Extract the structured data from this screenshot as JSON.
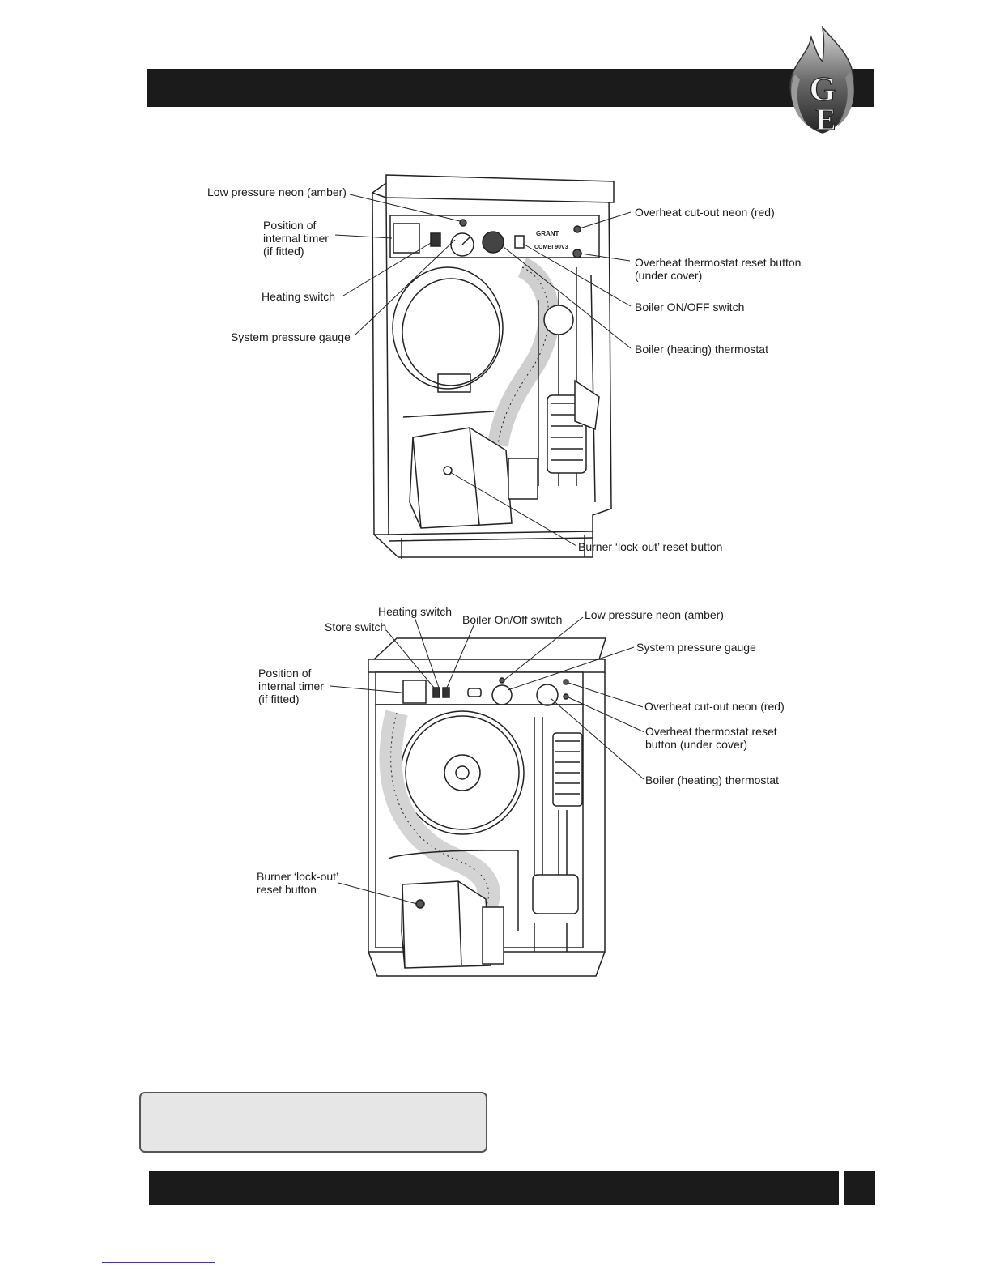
{
  "logo": {
    "letters_top": "G",
    "letters_bottom": "E"
  },
  "figure1": {
    "model_badge_name": "GRANT",
    "model_badge_model": "COMBI 90V3",
    "labels": {
      "low_pressure_neon": "Low pressure neon (amber)",
      "internal_timer": "Position of\ninternal timer\n(if fitted)",
      "heating_switch": "Heating switch",
      "pressure_gauge": "System pressure gauge",
      "overheat_neon": "Overheat cut-out neon (red)",
      "overheat_reset": "Overheat thermostat reset button\n(under cover)",
      "on_off_switch": "Boiler ON/OFF switch",
      "boiler_thermostat": "Boiler (heating) thermostat",
      "burner_reset": "Burner ‘lock-out’ reset button"
    }
  },
  "figure2": {
    "labels": {
      "heating_switch": "Heating switch",
      "store_switch": "Store switch",
      "on_off_switch": "Boiler On/Off switch",
      "low_pressure_neon": "Low pressure neon (amber)",
      "pressure_gauge": "System pressure gauge",
      "internal_timer": "Position of\ninternal timer\n(if fitted)",
      "overheat_neon": "Overheat cut-out neon (red)",
      "overheat_reset": "Overheat thermostat reset\nbutton (under cover)",
      "boiler_thermostat": "Boiler (heating) thermostat",
      "burner_reset": "Burner ‘lock-out’\nreset button"
    }
  },
  "colors": {
    "bar": "#1b1b1b",
    "note_fill": "#e6e6e6",
    "link_rule": "#3a3aa8"
  }
}
